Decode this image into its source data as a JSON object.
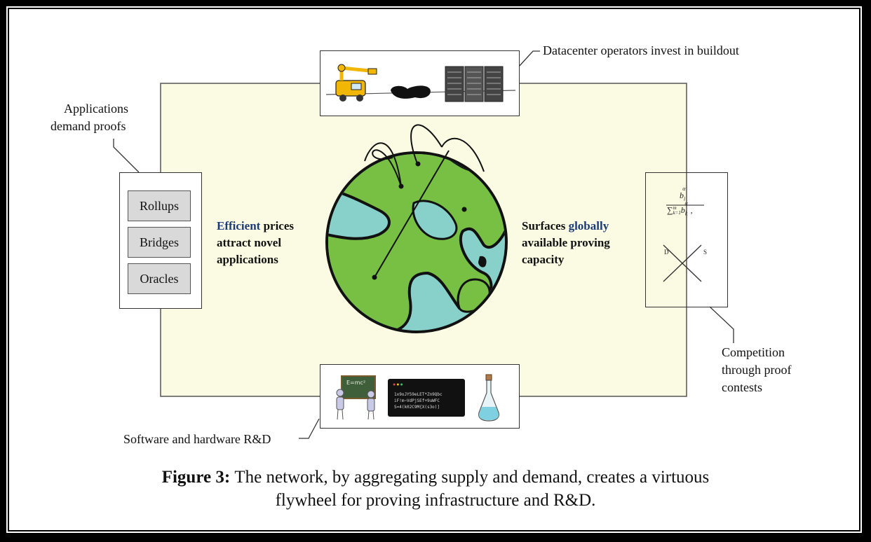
{
  "labels": {
    "top": "Datacenter operators invest in buildout",
    "left_line1": "Applications",
    "left_line2": "demand proofs",
    "bottom": "Software and hardware R&D",
    "right_line1": "Competition",
    "right_line2": "through proof",
    "right_line3": "contests"
  },
  "left_box": {
    "items": [
      "Rollups",
      "Bridges",
      "Oracles"
    ]
  },
  "left_text": {
    "highlight": "Efficient",
    "line1_rest": " prices",
    "line2": "attract novel",
    "line3": "applications"
  },
  "right_text": {
    "line1_start": "Surfaces ",
    "highlight": "globally",
    "line2": "available proving",
    "line3": "capacity"
  },
  "right_box": {
    "formula_num": "b",
    "formula_num_sub": "i",
    "formula_num_sup": "α",
    "formula_den": "∑",
    "formula_den_sup": "m",
    "formula_den_sub": "k=1",
    "formula_den_b": "b",
    "formula_den_b_sub": "k",
    "formula_den_b_sup": "α",
    "formula_comma": ",",
    "demand_label": "D",
    "supply_label": "S"
  },
  "terminal": {
    "lines": [
      "1x9oJY59eLET*Zn9Qbc",
      "iF!m~VdPjSEf+9uWFC",
      "S=4(k02C9M{X(s3o)]"
    ]
  },
  "board_text": "E=mc²",
  "caption": {
    "label": "Figure 3:",
    "text_line1": "The network, by aggregating supply and demand, creates a virtuous",
    "text_line2": "flywheel for proving infrastructure and R&D."
  },
  "colors": {
    "panel": "#fbfbe3",
    "globe_land": "#77c043",
    "globe_water": "#88d1cb",
    "accent_blue": "#1b3a7a",
    "truck": "#f2b705"
  }
}
